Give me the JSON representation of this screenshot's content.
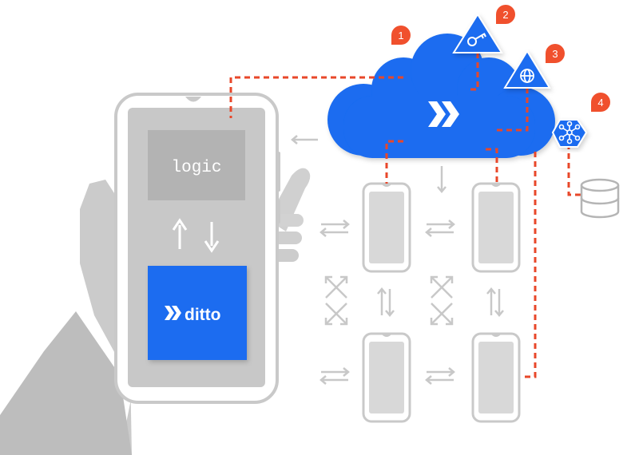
{
  "phone": {
    "logic_label": "logic",
    "sdk_label": "ditto"
  },
  "callouts": [
    {
      "number": "1",
      "icon": "none"
    },
    {
      "number": "2",
      "icon": "key-icon"
    },
    {
      "number": "3",
      "icon": "globe-icon"
    },
    {
      "number": "4",
      "icon": "network-hub-icon"
    }
  ],
  "colors": {
    "brand_blue": "#1a6cf0",
    "callout_red": "#f0502d",
    "connector_red": "#e8472a",
    "device_gray": "#dadada",
    "hand_gray": "#cdcdcd"
  },
  "icons": [
    "cloud-icon",
    "ditto-chevrons-icon",
    "database-icon",
    "arrows-icon"
  ]
}
